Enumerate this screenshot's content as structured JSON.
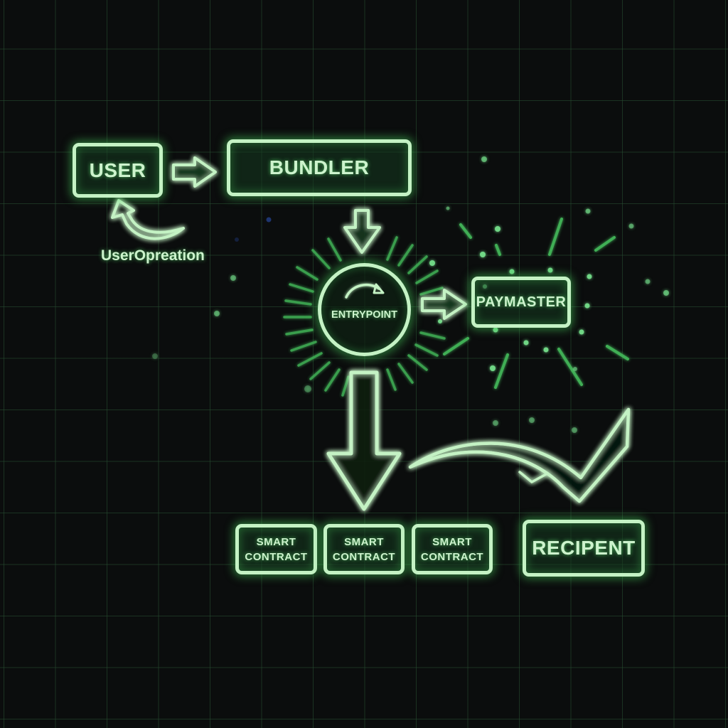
{
  "diagram": {
    "theme": {
      "background": "#0b0d0d",
      "stroke": "#c4f2c4",
      "glow": "#46c85a",
      "ray": "#3fae55"
    },
    "nodes": {
      "user": {
        "label": "USER"
      },
      "bundler": {
        "label": "BUNDLER"
      },
      "entrypoint": {
        "label": "ENTRYPOINT"
      },
      "paymaster": {
        "label": "PAYMASTER"
      },
      "smart_contracts": [
        {
          "line1": "SMART",
          "line2": "CONTRACT"
        },
        {
          "line1": "SMART",
          "line2": "CONTRACT"
        },
        {
          "line1": "SMART",
          "line2": "CONTRACT"
        }
      ],
      "recipient": {
        "label": "RECIPENT"
      }
    },
    "annotations": {
      "user_operation": "UserOpreation"
    },
    "edges": [
      {
        "from": "user",
        "to": "bundler",
        "icon": "arrow-right-icon"
      },
      {
        "from": "user_operation",
        "to": "user",
        "icon": "curved-arrow-up-icon"
      },
      {
        "from": "bundler",
        "to": "entrypoint",
        "icon": "arrow-down-icon"
      },
      {
        "from": "entrypoint",
        "to": "paymaster",
        "icon": "arrow-right-icon"
      },
      {
        "from": "entrypoint",
        "to": "smart_contracts",
        "icon": "large-arrow-down-icon"
      },
      {
        "from": "smart_contracts",
        "to": "recipient",
        "icon": "swoosh-checkmark-icon"
      }
    ]
  }
}
